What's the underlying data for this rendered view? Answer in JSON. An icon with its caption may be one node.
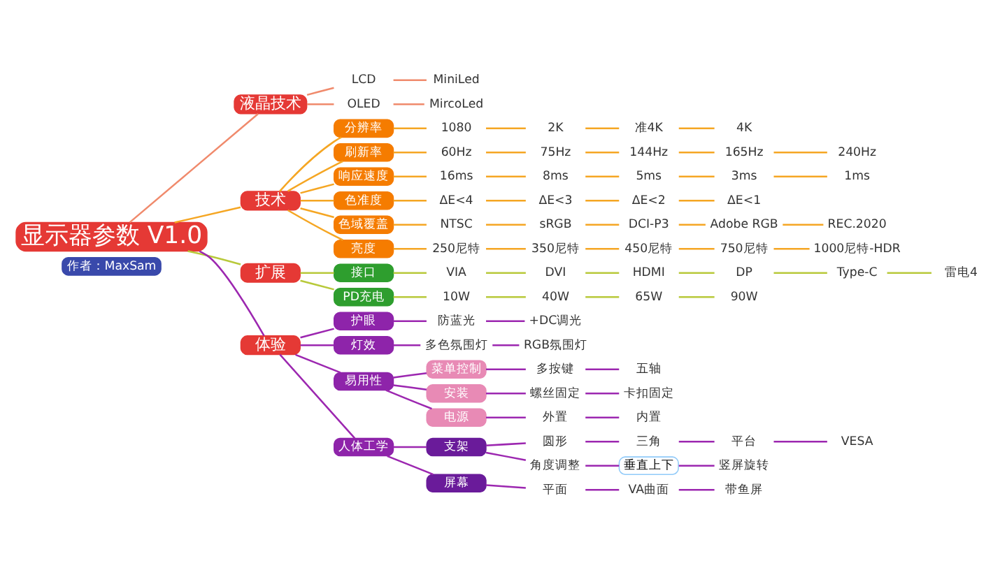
{
  "diagram": {
    "nodes": [
      {
        "text": [
          "显示器参数 V1.0"
        ]
      },
      {
        "text": [
          "作者：MaxSam"
        ]
      },
      {
        "text": [
          "液晶技术"
        ]
      },
      {
        "text": [
          "LCD"
        ]
      },
      {
        "text": [
          "MiniLed"
        ]
      },
      {
        "text": [
          "OLED"
        ]
      },
      {
        "text": [
          "MircoLed"
        ]
      },
      {
        "text": [
          "技术"
        ]
      },
      {
        "text": [
          "分辨率"
        ]
      },
      {
        "text": [
          "1080"
        ]
      },
      {
        "text": [
          "2K"
        ]
      },
      {
        "text": [
          "准4K"
        ]
      },
      {
        "text": [
          "4K"
        ]
      },
      {
        "text": [
          "刷新率"
        ]
      },
      {
        "text": [
          "60Hz"
        ]
      },
      {
        "text": [
          "75Hz"
        ]
      },
      {
        "text": [
          "144Hz"
        ]
      },
      {
        "text": [
          "165Hz"
        ]
      },
      {
        "text": [
          "240Hz"
        ]
      },
      {
        "text": [
          "响应速度"
        ]
      },
      {
        "text": [
          "16ms"
        ]
      },
      {
        "text": [
          "8ms"
        ]
      },
      {
        "text": [
          "5ms"
        ]
      },
      {
        "text": [
          "3ms"
        ]
      },
      {
        "text": [
          "1ms"
        ]
      },
      {
        "text": [
          "色准度"
        ]
      },
      {
        "text": [
          "ΔE<4"
        ]
      },
      {
        "text": [
          "ΔE<3"
        ]
      },
      {
        "text": [
          "ΔE<2"
        ]
      },
      {
        "text": [
          "ΔE<1"
        ]
      },
      {
        "text": [
          "色域覆盖"
        ]
      },
      {
        "text": [
          "NTSC"
        ]
      },
      {
        "text": [
          "sRGB"
        ]
      },
      {
        "text": [
          "DCI-P3"
        ]
      },
      {
        "text": [
          "Adobe RGB"
        ]
      },
      {
        "text": [
          "REC.2020"
        ]
      },
      {
        "text": [
          "亮度"
        ]
      },
      {
        "text": [
          "250尼特"
        ]
      },
      {
        "text": [
          "350尼特"
        ]
      },
      {
        "text": [
          "450尼特"
        ]
      },
      {
        "text": [
          "750尼特"
        ]
      },
      {
        "text": [
          "1000尼特-HDR"
        ]
      },
      {
        "text": [
          "扩展"
        ]
      },
      {
        "text": [
          "接口"
        ]
      },
      {
        "text": [
          "VIA"
        ]
      },
      {
        "text": [
          "DVI"
        ]
      },
      {
        "text": [
          "HDMI"
        ]
      },
      {
        "text": [
          "DP"
        ]
      },
      {
        "text": [
          "Type-C"
        ]
      },
      {
        "text": [
          "雷电4"
        ]
      },
      {
        "text": [
          "PD充电"
        ]
      },
      {
        "text": [
          "10W"
        ]
      },
      {
        "text": [
          "40W"
        ]
      },
      {
        "text": [
          "65W"
        ]
      },
      {
        "text": [
          "90W"
        ]
      },
      {
        "text": [
          "体验"
        ]
      },
      {
        "text": [
          "护眼"
        ]
      },
      {
        "text": [
          "防蓝光"
        ]
      },
      {
        "text": [
          "+DC调光"
        ]
      },
      {
        "text": [
          "灯效"
        ]
      },
      {
        "text": [
          "多色氛围灯"
        ]
      },
      {
        "text": [
          "RGB氛围灯"
        ]
      },
      {
        "text": [
          "易用性"
        ]
      },
      {
        "text": [
          "菜单控制"
        ]
      },
      {
        "text": [
          "多按键"
        ]
      },
      {
        "text": [
          "五轴"
        ]
      },
      {
        "text": [
          "安装"
        ]
      },
      {
        "text": [
          "螺丝固定"
        ]
      },
      {
        "text": [
          "卡扣固定"
        ]
      },
      {
        "text": [
          "电源"
        ]
      },
      {
        "text": [
          "外置"
        ]
      },
      {
        "text": [
          "内置"
        ]
      },
      {
        "text": [
          "人体工学"
        ]
      },
      {
        "text": [
          "支架"
        ]
      },
      {
        "text": [
          "圆形"
        ]
      },
      {
        "text": [
          "三角"
        ]
      },
      {
        "text": [
          "平台"
        ]
      },
      {
        "text": [
          "VESA"
        ]
      },
      {
        "text": [
          "角度调整"
        ]
      },
      {
        "text": [
          "垂直上下"
        ]
      },
      {
        "text": [
          "竖屏旋转"
        ]
      },
      {
        "text": [
          "屏幕"
        ]
      },
      {
        "text": [
          "平面"
        ]
      },
      {
        "text": [
          "VA曲面"
        ]
      },
      {
        "text": [
          "带鱼屏"
        ]
      }
    ],
    "edges": [
      {
        "from": 0,
        "to": 2,
        "arrow": "none",
        "color": "#f08a6c"
      },
      {
        "from": 2,
        "to": 3,
        "arrow": "none",
        "color": "#f08a6c"
      },
      {
        "from": 3,
        "to": 4,
        "arrow": "none",
        "color": "#f08a6c"
      },
      {
        "from": 2,
        "to": 5,
        "arrow": "none",
        "color": "#f08a6c"
      },
      {
        "from": 5,
        "to": 6,
        "arrow": "none",
        "color": "#f08a6c"
      },
      {
        "from": 0,
        "to": 7,
        "arrow": "none"
      },
      {
        "from": 7,
        "to": 8,
        "arrow": "none"
      },
      {
        "from": 8,
        "to": 9,
        "arrow": "none"
      },
      {
        "from": 9,
        "to": 10,
        "arrow": "none"
      },
      {
        "from": 10,
        "to": 11,
        "arrow": "none"
      },
      {
        "from": 11,
        "to": 12,
        "arrow": "none"
      },
      {
        "from": 7,
        "to": 13,
        "arrow": "none"
      },
      {
        "from": 13,
        "to": 14,
        "arrow": "none"
      },
      {
        "from": 14,
        "to": 15,
        "arrow": "none"
      },
      {
        "from": 15,
        "to": 16,
        "arrow": "none"
      },
      {
        "from": 16,
        "to": 17,
        "arrow": "none"
      },
      {
        "from": 17,
        "to": 18,
        "arrow": "none"
      },
      {
        "from": 7,
        "to": 19,
        "arrow": "none"
      },
      {
        "from": 19,
        "to": 20,
        "arrow": "none"
      },
      {
        "from": 20,
        "to": 21,
        "arrow": "none"
      },
      {
        "from": 21,
        "to": 22,
        "arrow": "none"
      },
      {
        "from": 22,
        "to": 23,
        "arrow": "none"
      },
      {
        "from": 23,
        "to": 24,
        "arrow": "none"
      },
      {
        "from": 7,
        "to": 25,
        "arrow": "none"
      },
      {
        "from": 25,
        "to": 26,
        "arrow": "none"
      },
      {
        "from": 26,
        "to": 27,
        "arrow": "none"
      },
      {
        "from": 27,
        "to": 28,
        "arrow": "none"
      },
      {
        "from": 28,
        "to": 29,
        "arrow": "none"
      },
      {
        "from": 7,
        "to": 30,
        "arrow": "none"
      },
      {
        "from": 30,
        "to": 31,
        "arrow": "none"
      },
      {
        "from": 31,
        "to": 32,
        "arrow": "none"
      },
      {
        "from": 32,
        "to": 33,
        "arrow": "none"
      },
      {
        "from": 33,
        "to": 34,
        "arrow": "none"
      },
      {
        "from": 34,
        "to": 35,
        "arrow": "none"
      },
      {
        "from": 7,
        "to": 36,
        "arrow": "none"
      },
      {
        "from": 36,
        "to": 37,
        "arrow": "none"
      },
      {
        "from": 37,
        "to": 38,
        "arrow": "none"
      },
      {
        "from": 38,
        "to": 39,
        "arrow": "none"
      },
      {
        "from": 39,
        "to": 40,
        "arrow": "none"
      },
      {
        "from": 40,
        "to": 41,
        "arrow": "none"
      },
      {
        "from": 0,
        "to": 42,
        "arrow": "none",
        "color": "#b8c93a"
      },
      {
        "from": 42,
        "to": 43,
        "arrow": "none",
        "color": "#b8c93a"
      },
      {
        "from": 43,
        "to": 44,
        "arrow": "none",
        "color": "#b8c93a"
      },
      {
        "from": 44,
        "to": 45,
        "arrow": "none",
        "color": "#b8c93a"
      },
      {
        "from": 45,
        "to": 46,
        "arrow": "none",
        "color": "#b8c93a"
      },
      {
        "from": 46,
        "to": 47,
        "arrow": "none",
        "color": "#b8c93a"
      },
      {
        "from": 47,
        "to": 48,
        "arrow": "none",
        "color": "#b8c93a"
      },
      {
        "from": 48,
        "to": 49,
        "arrow": "none",
        "color": "#b8c93a"
      },
      {
        "from": 42,
        "to": 50,
        "arrow": "none",
        "color": "#b8c93a"
      },
      {
        "from": 50,
        "to": 51,
        "arrow": "none",
        "color": "#b8c93a"
      },
      {
        "from": 51,
        "to": 52,
        "arrow": "none",
        "color": "#b8c93a"
      },
      {
        "from": 52,
        "to": 53,
        "arrow": "none",
        "color": "#b8c93a"
      },
      {
        "from": 53,
        "to": 54,
        "arrow": "none",
        "color": "#b8c93a"
      },
      {
        "from": 0,
        "to": 55,
        "arrow": "none",
        "color": "#9c27b0"
      },
      {
        "from": 55,
        "to": 56,
        "arrow": "none",
        "color": "#9c27b0"
      },
      {
        "from": 56,
        "to": 57,
        "arrow": "none",
        "color": "#9c27b0"
      },
      {
        "from": 57,
        "to": 58,
        "arrow": "none",
        "color": "#9c27b0"
      },
      {
        "from": 55,
        "to": 59,
        "arrow": "none",
        "color": "#9c27b0"
      },
      {
        "from": 59,
        "to": 60,
        "arrow": "none",
        "color": "#9c27b0"
      },
      {
        "from": 60,
        "to": 61,
        "arrow": "none",
        "color": "#9c27b0"
      },
      {
        "from": 55,
        "to": 62,
        "arrow": "none",
        "color": "#9c27b0"
      },
      {
        "from": 62,
        "to": 63,
        "arrow": "none",
        "color": "#9c27b0"
      },
      {
        "from": 63,
        "to": 64,
        "arrow": "none",
        "color": "#9c27b0"
      },
      {
        "from": 64,
        "to": 65,
        "arrow": "none",
        "color": "#9c27b0"
      },
      {
        "from": 62,
        "to": 66,
        "arrow": "none",
        "color": "#9c27b0"
      },
      {
        "from": 66,
        "to": 67,
        "arrow": "none",
        "color": "#9c27b0"
      },
      {
        "from": 67,
        "to": 68,
        "arrow": "none",
        "color": "#9c27b0"
      },
      {
        "from": 62,
        "to": 69,
        "arrow": "none",
        "color": "#9c27b0"
      },
      {
        "from": 69,
        "to": 70,
        "arrow": "none",
        "color": "#9c27b0"
      },
      {
        "from": 70,
        "to": 71,
        "arrow": "none",
        "color": "#9c27b0"
      },
      {
        "from": 55,
        "to": 72,
        "arrow": "none",
        "color": "#9c27b0"
      },
      {
        "from": 72,
        "to": 73,
        "arrow": "none",
        "color": "#9c27b0"
      },
      {
        "from": 73,
        "to": 74,
        "arrow": "none",
        "color": "#9c27b0"
      },
      {
        "from": 74,
        "to": 75,
        "arrow": "none",
        "color": "#9c27b0"
      },
      {
        "from": 75,
        "to": 76,
        "arrow": "none",
        "color": "#9c27b0"
      },
      {
        "from": 76,
        "to": 77,
        "arrow": "none",
        "color": "#9c27b0"
      },
      {
        "from": 73,
        "to": 78,
        "arrow": "none",
        "color": "#9c27b0"
      },
      {
        "from": 78,
        "to": 79,
        "arrow": "none",
        "color": "#9c27b0"
      },
      {
        "from": 79,
        "to": 80,
        "arrow": "none",
        "color": "#9c27b0"
      },
      {
        "from": 72,
        "to": 81,
        "arrow": "none",
        "color": "#9c27b0"
      },
      {
        "from": 81,
        "to": 82,
        "arrow": "none",
        "color": "#9c27b0"
      },
      {
        "from": 82,
        "to": 83,
        "arrow": "none",
        "color": "#9c27b0"
      },
      {
        "from": 83,
        "to": 84,
        "arrow": "none",
        "color": "#9c27b0"
      }
    ]
  }
}
